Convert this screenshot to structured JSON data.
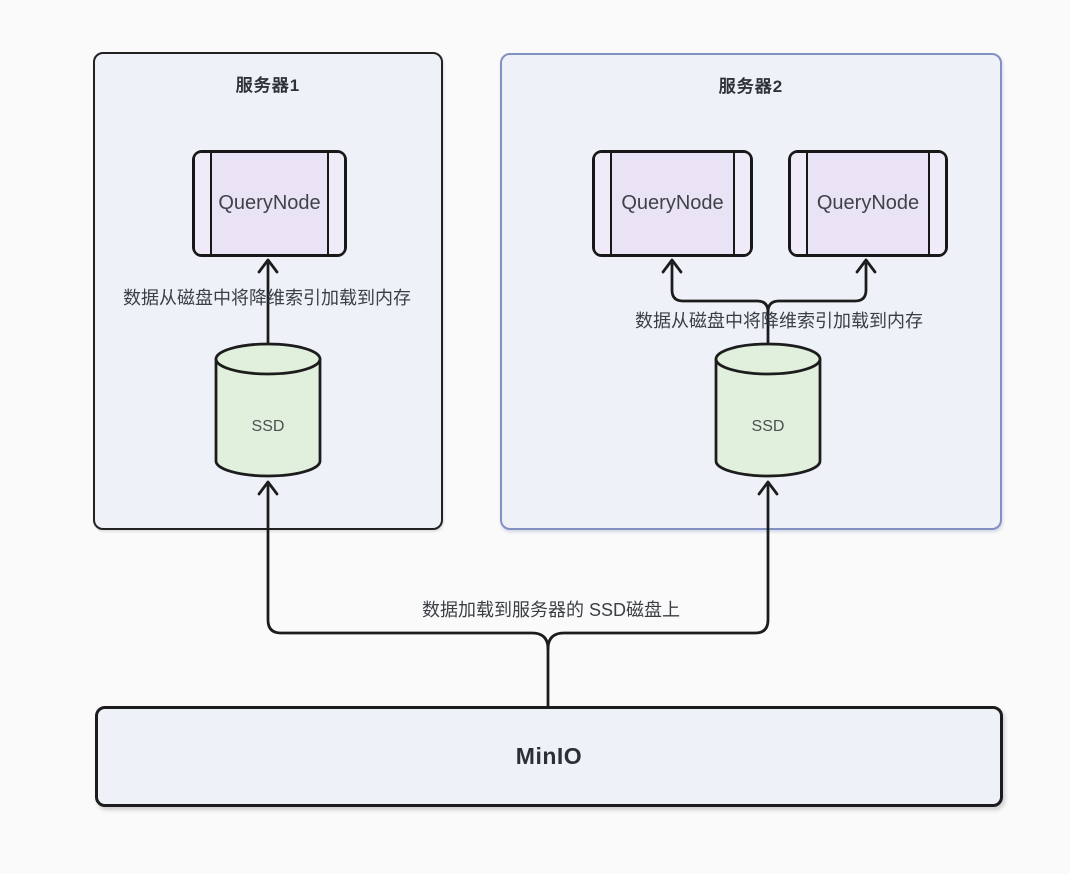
{
  "server1": {
    "title": "服务器1",
    "querynode_label": "QueryNode",
    "ssd_label": "SSD",
    "load_label": "数据从磁盘中将降维索引加载到内存"
  },
  "server2": {
    "title": "服务器2",
    "querynode1_label": "QueryNode",
    "querynode2_label": "QueryNode",
    "ssd_label": "SSD",
    "load_label": "数据从磁盘中将降维索引加载到内存"
  },
  "minio": {
    "label": "MinIO"
  },
  "minio_to_ssd_label": "数据加载到服务器的 SSD磁盘上",
  "colors": {
    "canvas_bg": "#fbfafa",
    "server_fill": "#eff1f9",
    "server1_border": "#222222",
    "server2_border": "#8191c2",
    "querynode_fill": "#eae3f6",
    "querynode_strip_fill": "#f0eaf9",
    "querynode_border": "#181818",
    "ssd_fill": "#e0f0dc",
    "minio_fill": "#eef1f8",
    "minio_border": "#1c1c1c",
    "line_color": "#1c1c1c",
    "label_text": "#3a3f45",
    "title_text": "#2e3338"
  }
}
